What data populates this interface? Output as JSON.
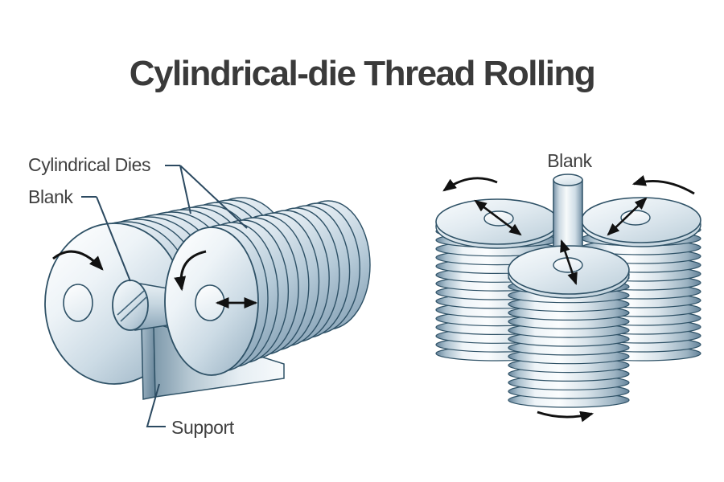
{
  "title": "Cylindrical-die Thread Rolling",
  "colors": {
    "background": "#ffffff",
    "outline": "#2e5166",
    "metal_highlight": "#fafcfd",
    "metal_mid": "#c2d3df",
    "metal_shadow": "#64839a",
    "text": "#3f3f3f",
    "title_text": "#3a3a3a",
    "arrow": "#111111",
    "leader_line": "#2c4a61"
  },
  "left_diagram": {
    "labels": {
      "cylindrical_dies": "Cylindrical Dies",
      "blank": "Blank",
      "support": "Support"
    },
    "arrow_icons": [
      "rotation-arrow-left-die",
      "rotation-arrow-right-die",
      "axial-double-arrow"
    ]
  },
  "right_diagram": {
    "labels": {
      "blank": "Blank"
    },
    "arrow_icons": [
      "rotation-arrow-top-left",
      "rotation-arrow-top-right",
      "rotation-arrow-bottom",
      "traverse-double-arrow-left-die",
      "traverse-double-arrow-right-die",
      "traverse-double-arrow-front-die"
    ]
  }
}
